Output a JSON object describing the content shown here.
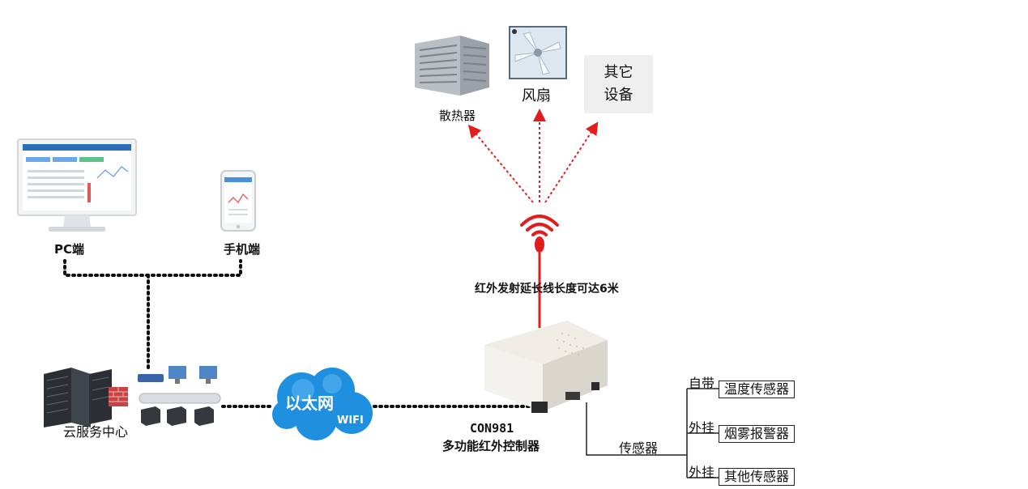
{
  "devices": {
    "radiator_label": "散热器",
    "fan_label": "风扇",
    "other_line1": "其它",
    "other_line2": "设备"
  },
  "clients": {
    "pc_label": "PC端",
    "mobile_label": "手机端"
  },
  "infrared": {
    "range_label": "红外发射延长线长度可达6米"
  },
  "network": {
    "ethernet_label": "以太网",
    "wifi_label": "WIFI",
    "cloud_center_label": "云服务中心"
  },
  "controller": {
    "model": "CON981",
    "name": "多功能红外控制器"
  },
  "sensors": {
    "trunk_label": "传感器",
    "items": [
      {
        "type": "自带",
        "name": "温度传感器"
      },
      {
        "type": "外挂",
        "name": "烟雾报警器"
      },
      {
        "type": "外挂",
        "name": "其他传感器"
      }
    ]
  },
  "colors": {
    "infrared_red": "#e11d1d",
    "cloud_blue": "#1f8fe0",
    "dotted_black": "#111111"
  }
}
